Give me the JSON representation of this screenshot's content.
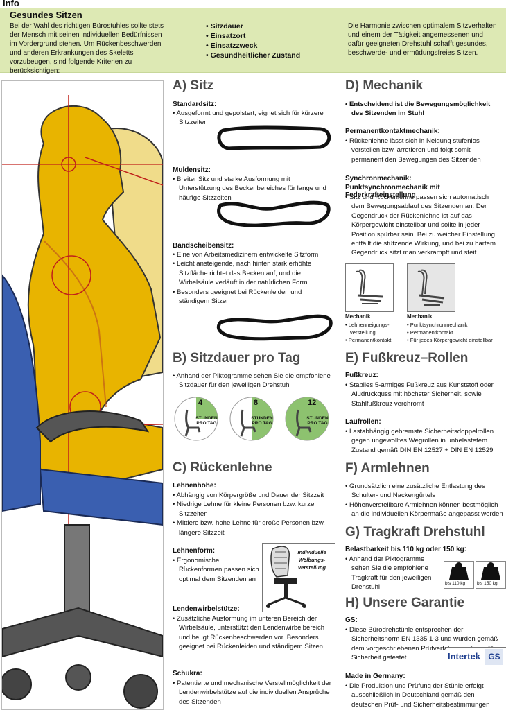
{
  "header": {
    "label": "Info"
  },
  "intro": {
    "title": "Gesundes Sitzen",
    "text": "Bei der Wahl des richtigen Bürostuhles sollte stets der Mensch mit seinen individuellen Bedürfnissen im Vordergrund stehen. Um Rückenbeschwerden und anderen Erkrankungen des Skeletts vorzubeugen, sind folgende Kriterien zu berücksichtigen:",
    "criteria": [
      "Sitzdauer",
      "Einsatzort",
      "Einsatzzweck",
      "Gesundheitlicher Zustand"
    ],
    "harmony": "Die Harmonie zwischen optimalem Sitzverhalten und einem der Tätigkeit angemessenen und dafür geeigneten Drehstuhl schafft gesundes, beschwerde- und ermüdungsfreies Sitzen."
  },
  "sitz": {
    "heading": "A) Sitz",
    "standard": {
      "title": "Standardsitz:",
      "items": [
        "Ausgeformt und gepolstert, eignet sich für kürzere Sitzzeiten"
      ]
    },
    "mulden": {
      "title": "Muldensitz:",
      "items": [
        "Breiter Sitz und starke Ausformung mit Unterstützung des Beckenbereiches für lange und häufige Sitzzeiten"
      ]
    },
    "band": {
      "title": "Bandscheibensitz:",
      "items": [
        "Eine von Arbeitsmedizinern entwickelte Sitzform",
        "Leicht ansteigende, nach hinten stark erhöhte Sitzfläche richtet das Becken auf, und die Wirbelsäule verläuft in der natürlichen Form",
        "Besonders geeignet bei Rückenleiden und ständigem Sitzen"
      ]
    }
  },
  "sitzdauer": {
    "heading": "B) Sitzdauer pro Tag",
    "items": [
      "Anhand der Piktogramme sehen Sie die empfohlene Sitzdauer für den jeweiligen Drehstuhl"
    ],
    "badges": [
      {
        "num": "4",
        "label": "STUNDEN PRO TAG"
      },
      {
        "num": "8",
        "label": "STUNDEN PRO TAG"
      },
      {
        "num": "12",
        "label": "STUNDEN PRO TAG"
      }
    ]
  },
  "ruecken": {
    "heading": "C) Rückenlehne",
    "hoehe": {
      "title": "Lehnenhöhe:",
      "items": [
        "Abhängig von Körpergröße und Dauer der Sitzzeit",
        "Niedrige Lehne für kleine Personen bzw. kurze Sitzzeiten",
        "Mittlere bzw. hohe Lehne für große Personen bzw. längere Sitzzeit"
      ]
    },
    "form": {
      "title": "Lehnenform:",
      "items": [
        "Ergonomische Rückenformen passen sich optimal dem Sitzenden an"
      ]
    },
    "lenden": {
      "title": "Lendenwirbelstütze:",
      "items": [
        "Zusätzliche Ausformung im unteren Bereich der Wirbelsäule, unterstützt den Lendenwirbelbereich und beugt Rückenbeschwerden vor. Besonders geeignet bei Rückenleiden und ständigem Sitzen"
      ]
    },
    "schukra": {
      "title": "Schukra:",
      "items": [
        "Patentierte und mechanische Verstellmöglichkeit der Lendenwirbelstütze auf die individuellen Ansprüche des Sitzenden"
      ]
    },
    "woelbung_label": "Individuelle Wölbungs-verstellung"
  },
  "mechanik": {
    "heading": "D) Mechanik",
    "items": [
      "Entscheidend ist die Bewegungsmöglichkeit des Sitzenden im Stuhl"
    ],
    "perm": {
      "title": "Permanentkontaktmechanik:",
      "items": [
        "Rückenlehne lässt sich in Neigung stufenlos verstellen bzw. arretieren und folgt somit permanent den Bewegungen des Sitzenden"
      ]
    },
    "sync": {
      "title": "Synchronmechanik:",
      "subtitle": "Punktsynchronmechanik mit Federkrafteinstellung",
      "items": [
        "Sitz und Rückenlehne passen sich automatisch dem Bewegungsablauf des Sitzenden an. Der Gegendruck der Rückenlehne ist auf das Körpergewicht einstellbar und sollte in jeder Position spürbar sein. Bei zu weicher Einstellung entfällt die stützende Wirkung, und bei zu hartem Gegendruck sitzt man verkrampft und steif"
      ]
    },
    "pic1": {
      "title": "Mechanik",
      "items": [
        "Lehnenneigungs-verstellung",
        "Permanentkontakt"
      ]
    },
    "pic2": {
      "title": "Mechanik",
      "items": [
        "Punktsynchronmechanik",
        "Permanentkontakt",
        "Für jedes Körpergewicht einstellbar"
      ]
    }
  },
  "fusskreuz": {
    "heading": "E) Fußkreuz–Rollen",
    "fk": {
      "title": "Fußkreuz:",
      "items": [
        "Stabiles 5-armiges Fußkreuz aus Kunststoff oder Aludruckguss mit höchster Sicherheit, sowie Stahlfußkreuz verchromt"
      ]
    },
    "lauf": {
      "title": "Laufrollen:",
      "items": [
        "Lastabhängig gebremste Sicherheitsdoppelrollen gegen ungewolltes Wegrollen in unbelastetem Zustand gemäß DIN EN 12527 + DIN EN 12529"
      ]
    }
  },
  "arm": {
    "heading": "F) Armlehnen",
    "items": [
      "Grundsätzlich eine zusätzliche Entlastung des Schulter- und Nackengürtels",
      "Höhenverstellbare Armlehnen können bestmöglich an die individuellen Körpermaße angepasst werden"
    ]
  },
  "trag": {
    "heading": "G) Tragkraft Drehstuhl",
    "title": "Belastbarkeit bis 110 kg oder 150 kg:",
    "items": [
      "Anhand der Piktogramme sehen Sie die empfohlene Tragkraft für den jeweiligen Drehstuhl"
    ],
    "w1": "bis 110 kg",
    "w2": "bis 150 kg"
  },
  "garantie": {
    "heading": "H) Unsere Garantie",
    "gs": {
      "title": "GS:",
      "items": [
        "Diese Bürodrehstühle entsprechen der Sicherheitsnorm EN 1335 1-3 und wurden gemäß dem vorgeschriebenen Prüfverfahren auf geprüfte Sicherheit getestet"
      ]
    },
    "made": {
      "title": "Made in Germany:",
      "items": [
        "Die Produktion und Prüfung der Stühle erfolgt ausschließlich in Deutschland gemäß den deutschen Prüf- und Sicherheitsbestimmungen"
      ]
    },
    "logo": "Intertek",
    "gs_mark": "GS"
  },
  "colors": {
    "top_bg": "#dde9b4",
    "figure": "#e8b400",
    "chair_blue": "#3a5fb0",
    "badge_green": "#8dc26f"
  }
}
